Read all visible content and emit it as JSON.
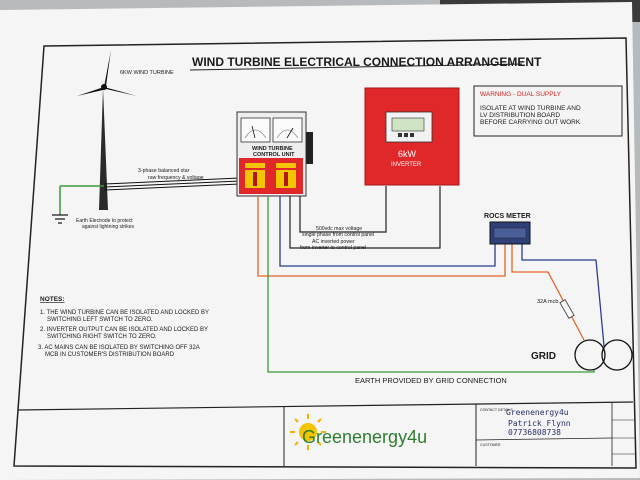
{
  "title": "WIND TURBINE ELECTRICAL CONNECTION ARRANGEMENT",
  "turbine": {
    "label": "6KW WIND TURBINE"
  },
  "control_unit": {
    "label_line1": "WIND TURBINE",
    "label_line2": "CONTROL UNIT",
    "switch_left_label": "",
    "switch_right_label": ""
  },
  "inverter": {
    "rating": "6kW",
    "label": "INVERTER"
  },
  "warning": {
    "heading": "WARNING - DUAL SUPPLY",
    "line1": "ISOLATE AT WIND TURBINE AND",
    "line2": "LV DISTRIBUTION BOARD",
    "line3": "BEFORE CARRYING OUT WORK"
  },
  "annotations": {
    "three_phase_1": "3-phase balanced star",
    "three_phase_2": "raw frequency & voltage",
    "earth_electrode_1": "Earth Electrode to protect",
    "earth_electrode_2": "against lightning strikes",
    "dc_1": "500vdc max voltage",
    "dc_2": "single phase from control panel",
    "ac_1": "AC inverted power",
    "ac_2": "from inverter to control panel",
    "mcb": "32A mcb",
    "earth_grid": "EARTH PROVIDED BY GRID CONNECTION"
  },
  "rocs_meter": {
    "label": "ROCS METER"
  },
  "grid": {
    "label": "GRID"
  },
  "notes": {
    "heading": "NOTES:",
    "n1a": "1. THE WIND TURBINE CAN BE ISOLATED AND LOCKED BY",
    "n1b": "SWITCHING LEFT SWITCH TO ZERO.",
    "n2a": "2. INVERTER OUTPUT CAN BE ISOLATED AND LOCKED BY",
    "n2b": "SWITCHING RIGHT SWITCH TO ZERO.",
    "n3a": "3. AC MAINS CAN BE ISOLATED BY SWITCHING OFF 32A",
    "n3b": "MCB IN CUSTOMER'S DISTRIBUTION BOARD"
  },
  "title_block": {
    "logo_text": "Greenenergy4u",
    "contact_label": "CONTACT DETAILS",
    "customer_label": "CUSTOMER",
    "company": "Greenenergy4u",
    "person": "Patrick Flynn",
    "phone": "07736808738"
  },
  "colors": {
    "red_unit": "#e0282b",
    "green_wire": "#3a9a3a",
    "orange_wire": "#e0662a",
    "blue_wire": "#2b3f8f",
    "black_wire": "#202020",
    "yellow": "#f2c500",
    "warning_red": "#d42020"
  }
}
